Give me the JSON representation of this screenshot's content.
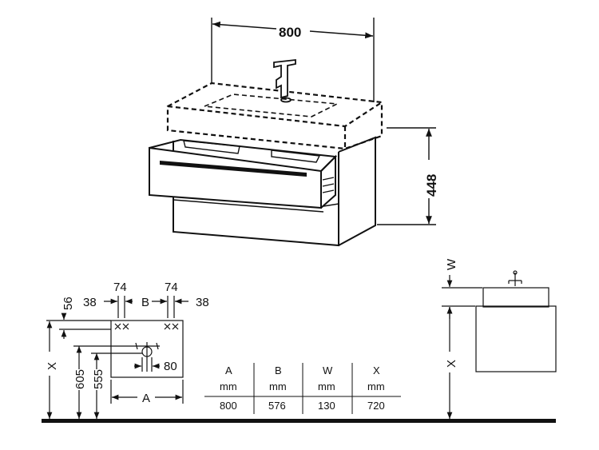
{
  "top_view": {
    "width_label": "800",
    "height_label": "448"
  },
  "plan_view": {
    "dim_56": "56",
    "dim_38_left": "38",
    "dim_74_left": "74",
    "dim_b": "B",
    "dim_74_right": "74",
    "dim_38_right": "38",
    "dim_x": "X",
    "dim_605": "605",
    "dim_555": "555",
    "dim_80": "80",
    "dim_a": "A"
  },
  "side_view": {
    "dim_w": "W",
    "dim_x": "X"
  },
  "table": {
    "headers": [
      "A",
      "B",
      "W",
      "X"
    ],
    "units": [
      "mm",
      "mm",
      "mm",
      "mm"
    ],
    "values": [
      "800",
      "576",
      "130",
      "720"
    ]
  }
}
